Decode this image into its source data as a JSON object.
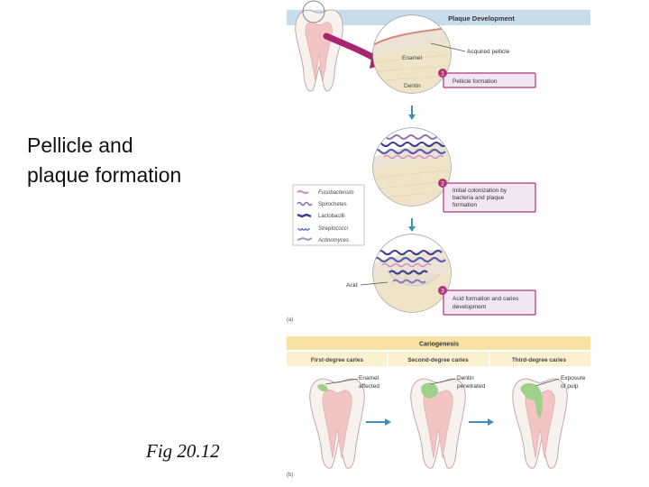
{
  "slide": {
    "title_line1": "Pellicle and",
    "title_line2": "plaque formation",
    "caption": "Fig 20.12"
  },
  "panel_a": {
    "header": "Plaque Development",
    "panel_label": "(a)",
    "labels": {
      "acquired_pellicle": "Acquired pellicle",
      "enamel": "Enamel",
      "dentin": "Dentin",
      "acid": "Acid"
    },
    "steps": [
      {
        "number": "1",
        "lines": [
          "Pellicle formation"
        ]
      },
      {
        "number": "2",
        "lines": [
          "Initial colonization by",
          "bacteria and plaque",
          "formation"
        ]
      },
      {
        "number": "3",
        "lines": [
          "Acid formation and caries",
          "development"
        ]
      }
    ],
    "legend": [
      {
        "label": "Fusobacterium",
        "color": "#c98fc0"
      },
      {
        "label": "Spirochetes",
        "color": "#8b6fb5"
      },
      {
        "label": "Lactobacilli",
        "color": "#3b3f8f"
      },
      {
        "label": "Streptococci",
        "color": "#6f7fc4"
      },
      {
        "label": "Actinomyces",
        "color": "#9a9dc2"
      }
    ]
  },
  "panel_b": {
    "header": "Cariogenesis",
    "panel_label": "(b)",
    "columns": [
      "First-degree caries",
      "Second-degree caries",
      "Third-degree caries"
    ],
    "callouts": [
      [
        "Enamel",
        "affected"
      ],
      [
        "Dentin",
        "penetrated"
      ],
      [
        "Exposure",
        "of pulp"
      ]
    ]
  },
  "colors": {
    "header_blue": "#c9dceb",
    "step_border": "#b0367a",
    "step_fill": "#f1e6f4",
    "header_yellow": "#f7e2a3",
    "subheader_yellow": "#fbf0cf",
    "arrow_magenta": "#a8246e",
    "arrow_teal": "#3f8fb8",
    "caries_green": "#9fd08a"
  }
}
